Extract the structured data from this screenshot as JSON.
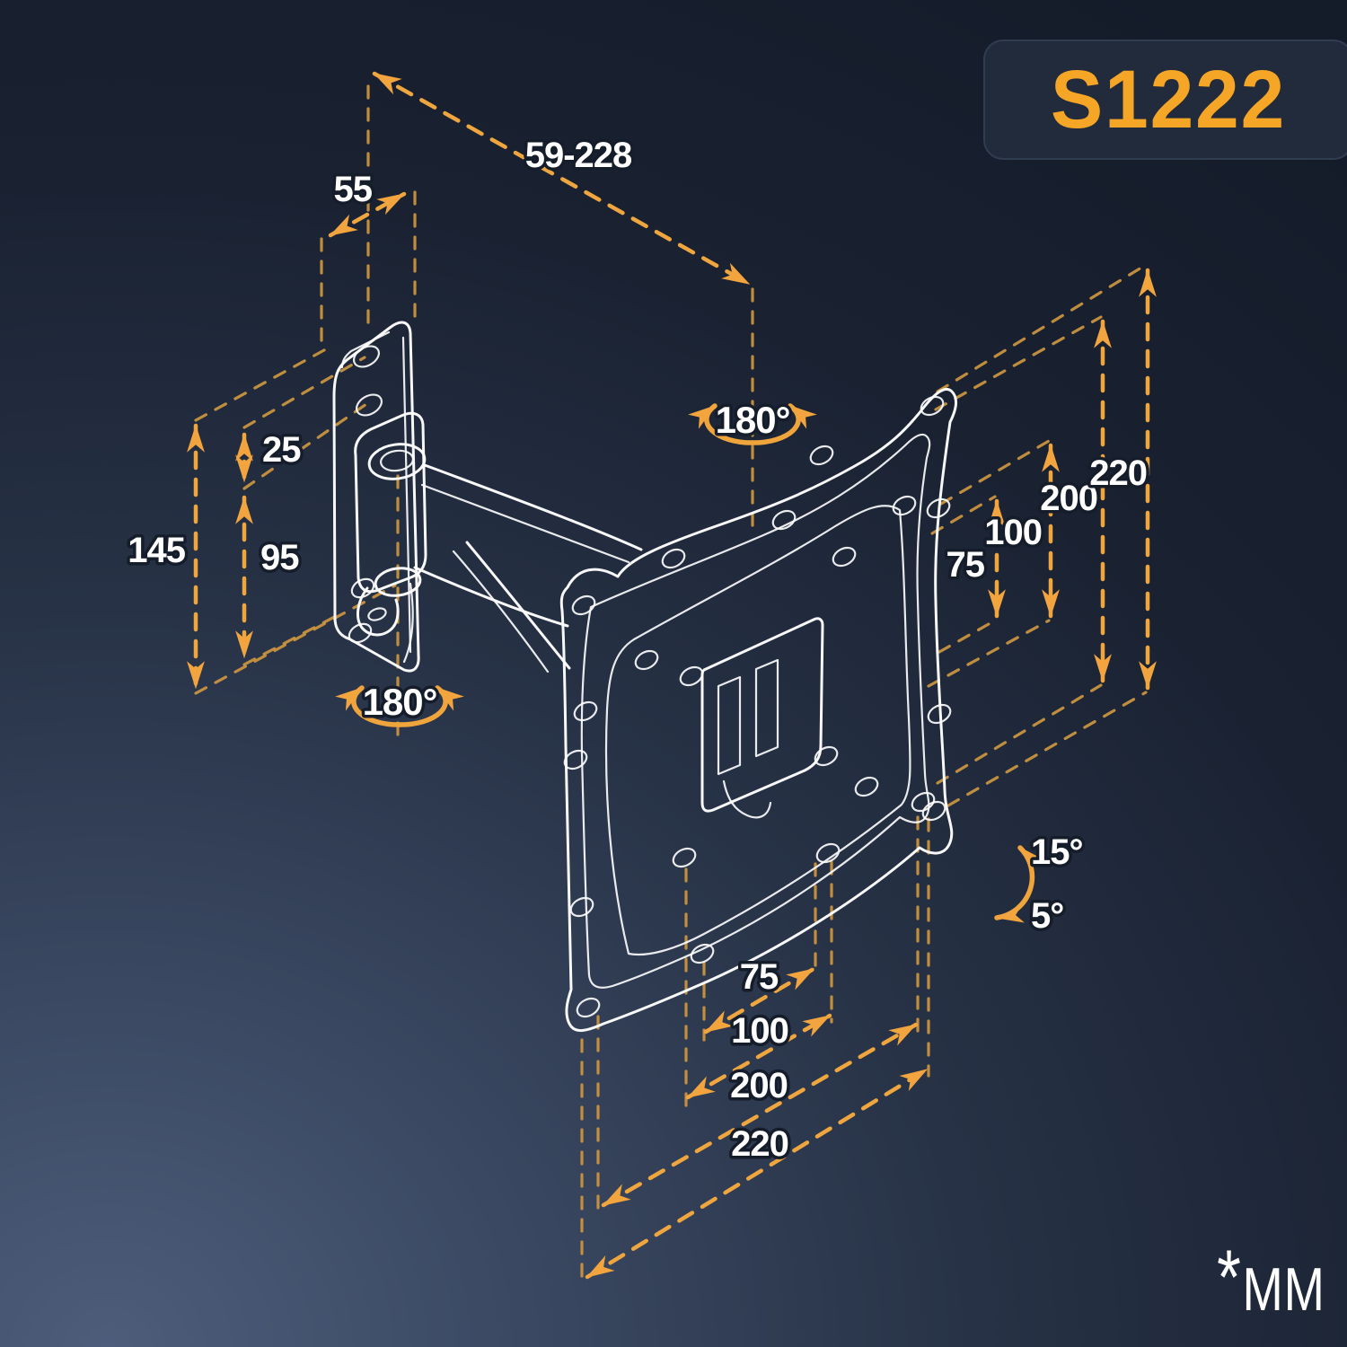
{
  "product": {
    "model": "S1222"
  },
  "units": {
    "prefix": "*",
    "label": "MM"
  },
  "annotations": {
    "extension_range": "59-228",
    "wall_plate_width": "55",
    "wall_plate_height": "145",
    "wall_hole_top_offset": "25",
    "wall_hole_spacing": "95",
    "swivel_top": "180°",
    "swivel_bottom": "180°",
    "tilt_up": "15°",
    "tilt_down": "5°",
    "vesa_vertical": {
      "v75": "75",
      "v100": "100",
      "v200": "200",
      "v220": "220"
    },
    "vesa_horizontal": {
      "h75": "75",
      "h100": "100",
      "h200": "200",
      "h220": "220"
    }
  },
  "colors": {
    "accent": "#F2A43E",
    "dash": "#C9943F",
    "drawing": "#FFFFFF",
    "background_dark": "#141B29",
    "background_light": "#4D5D7A",
    "badge_background": "#222B3C",
    "badge_text": "#F6A626",
    "label_text": "#FFFFFF"
  }
}
